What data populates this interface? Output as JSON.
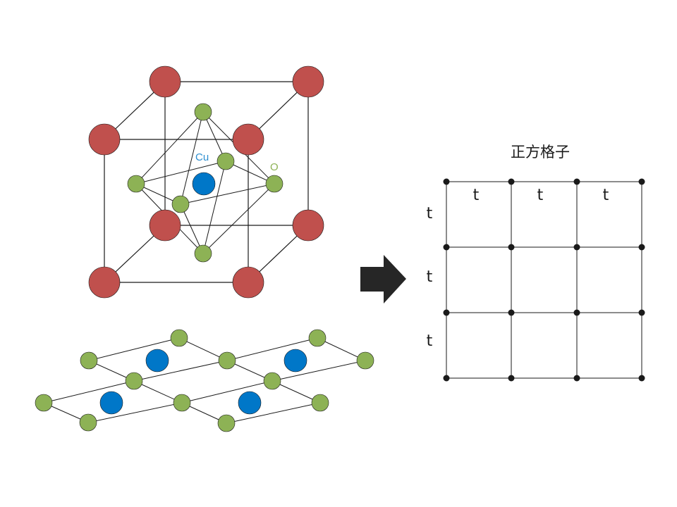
{
  "labels": {
    "cu": "Cu",
    "o": "O",
    "lattice_title": "正方格子",
    "hop": "t"
  },
  "colors": {
    "big_atom": "#c0504d",
    "cu": "#0077c8",
    "o": "#8db255",
    "cu_text": "#2e8fd0",
    "o_text": "#8db255",
    "arrow": "#262626",
    "line": "#1a1a1a"
  }
}
